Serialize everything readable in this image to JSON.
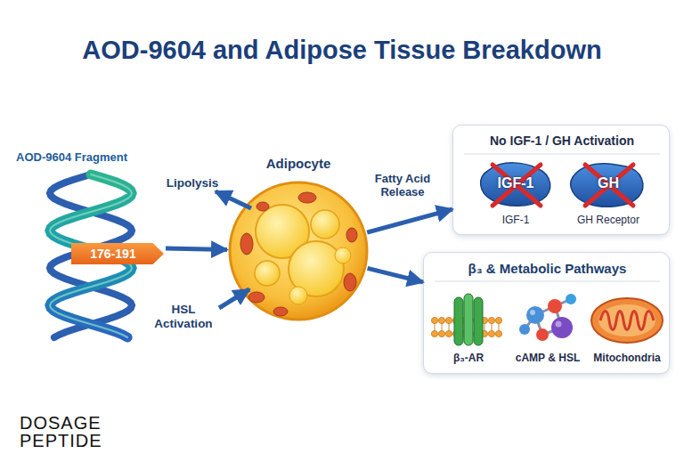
{
  "diagram": {
    "title": "AOD-9604 and Adipose Tissue Breakdown",
    "nodes": [
      {
        "text": [
          "AOD-9604 Fragment",
          "176-191"
        ]
      },
      {
        "text": [
          "Adipocyte"
        ]
      },
      {
        "text": [
          "No IGF-1 / GH Activation"
        ]
      },
      {
        "text": [
          "IGF-1",
          "IGF-1"
        ],
        "in": 2
      },
      {
        "text": [
          "GH",
          "GH Receptor"
        ],
        "in": 2
      },
      {
        "text": [
          "β₃ & Metabolic Pathways"
        ]
      },
      {
        "text": [
          "β₃-AR"
        ],
        "in": 5
      },
      {
        "text": [
          "cAMP & HSL"
        ],
        "in": 5
      },
      {
        "text": [
          "Mitochondria"
        ],
        "in": 5
      }
    ],
    "edges": [
      {
        "from": 0,
        "to": 1,
        "arrow": "to"
      },
      {
        "from": 1,
        "to": 2,
        "label": "Fatty Acid Release",
        "arrow": "to"
      },
      {
        "from": 1,
        "to": 5,
        "arrow": "to"
      }
    ],
    "labels": [
      "Lipolysis",
      "HSL Activation",
      "DOSAGE",
      "PEPTIDE"
    ]
  }
}
